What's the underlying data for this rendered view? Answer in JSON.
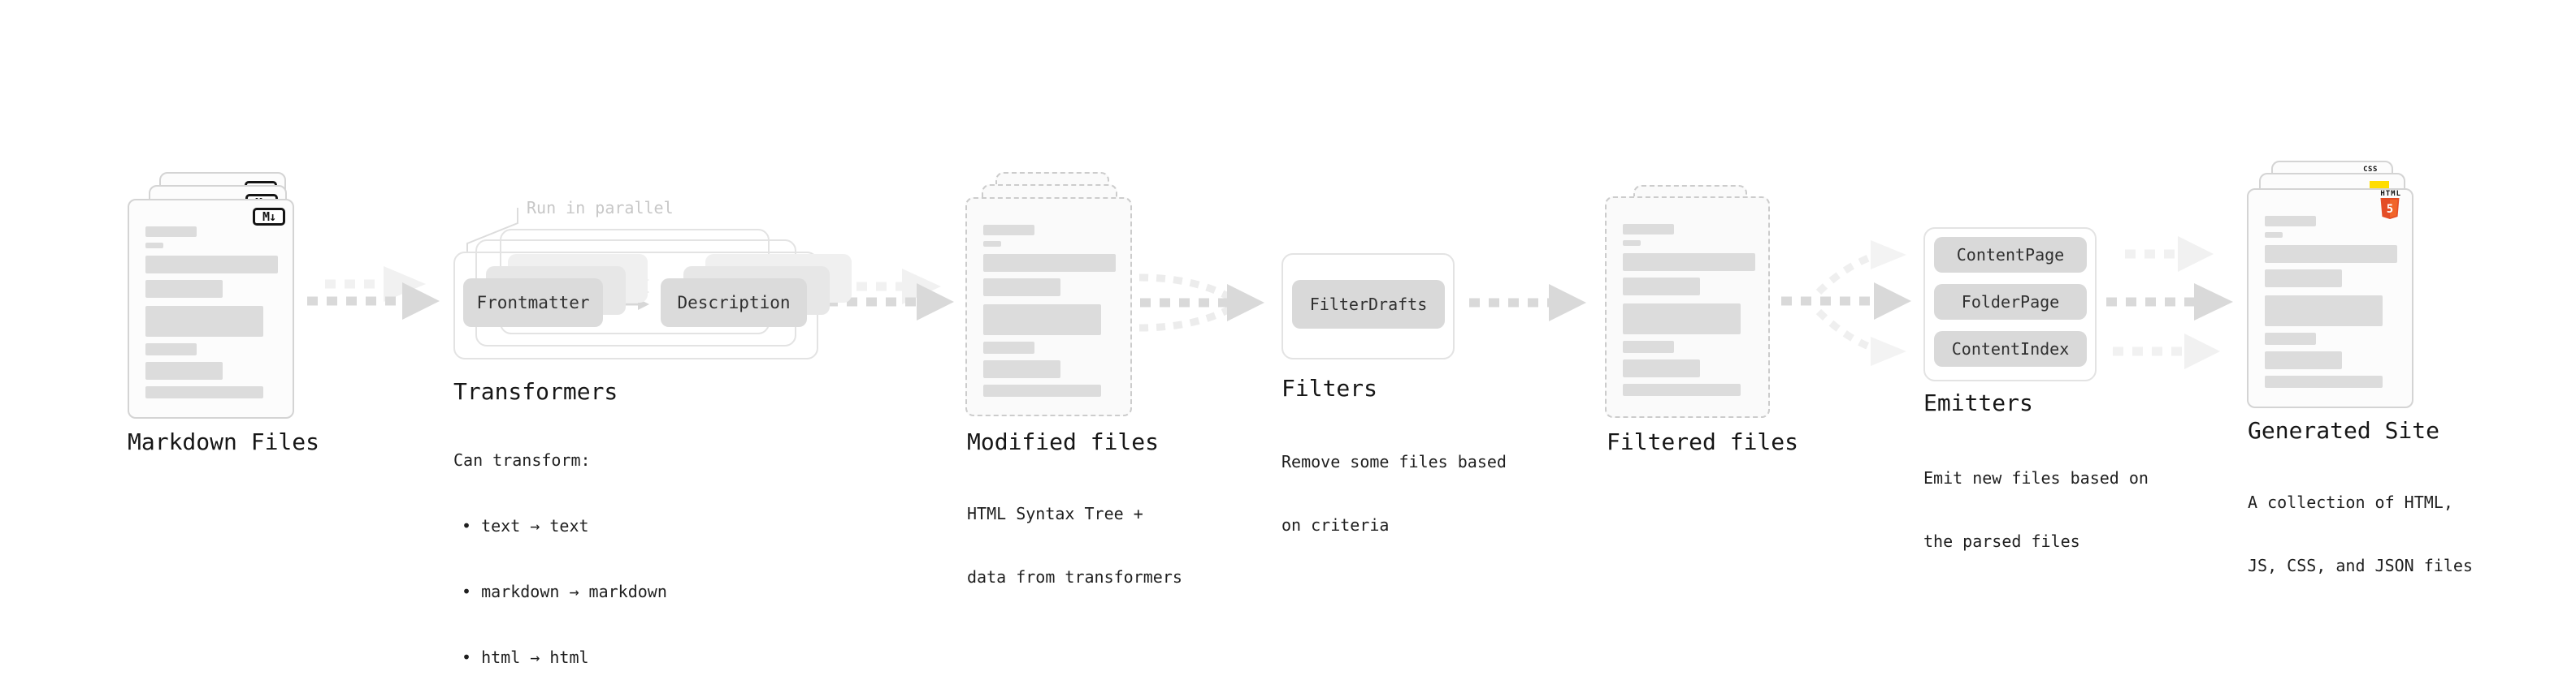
{
  "stages": {
    "markdown_files": {
      "title": "Markdown Files",
      "badge": "M↓"
    },
    "transformers": {
      "title": "Transformers",
      "callout": "Run in parallel",
      "input_box": "Frontmatter",
      "output_box": "Description",
      "note_heading": "Can transform:",
      "bullets": [
        "• text → text",
        "• markdown → markdown",
        "• html → html"
      ]
    },
    "modified_files": {
      "title": "Modified files",
      "note_lines": [
        "HTML Syntax Tree +",
        "data from transformers"
      ]
    },
    "filters": {
      "title": "Filters",
      "box": "FilterDrafts",
      "note_lines": [
        "Remove some files based",
        "on criteria"
      ]
    },
    "filtered_files": {
      "title": "Filtered files"
    },
    "emitters": {
      "title": "Emitters",
      "boxes": [
        "ContentPage",
        "FolderPage",
        "ContentIndex"
      ],
      "note_lines": [
        "Emit new files based on",
        "the parsed files"
      ]
    },
    "generated_site": {
      "title": "Generated Site",
      "note_lines": [
        "A collection of HTML,",
        "JS, CSS, and JSON files"
      ],
      "badges": {
        "css": "CSS",
        "html_text": "HTML",
        "html_number": "5"
      }
    }
  },
  "colors": {
    "arrow_dark": "#d9d9d9",
    "arrow_light": "#f1f1f1",
    "arrow_curve": "#ececec",
    "card_border": "#d4d4d4",
    "dashed_border": "#cccccc",
    "bar_fill": "#dcdcdc",
    "frame_border": "#e3e3e3",
    "pill_fill": "#dbdbdb",
    "css_underline": "#3366e0",
    "js_yellow": "#ffdd00",
    "html5_orange": "#e44d26",
    "html5_orange_light": "#f16529"
  }
}
